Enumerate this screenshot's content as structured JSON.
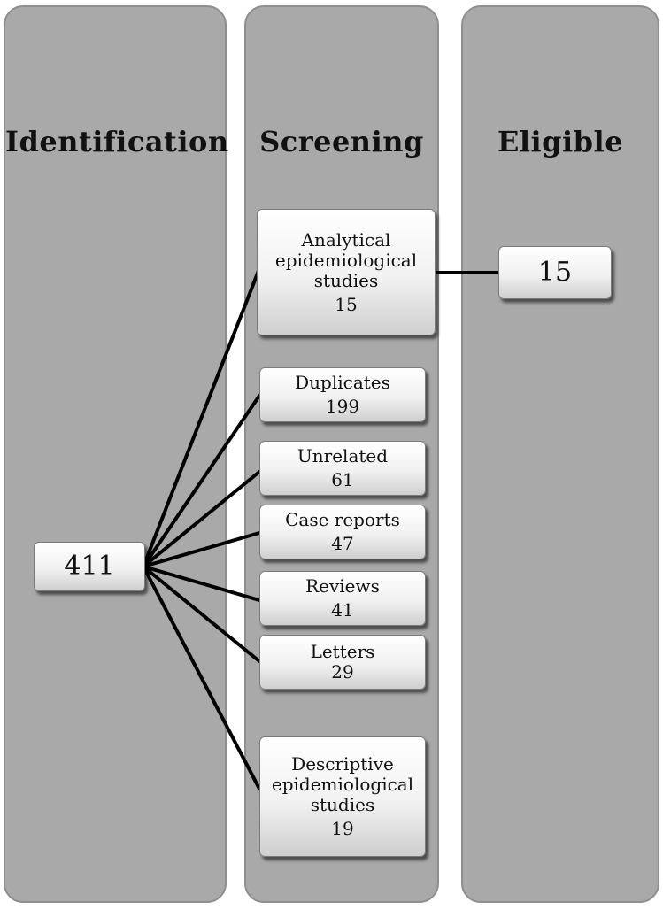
{
  "columns": {
    "identification": "Identification",
    "screening": "Screening",
    "eligible": "Eligible"
  },
  "identification_box": {
    "count": "411"
  },
  "screening_boxes": {
    "analytical": {
      "label_lines": [
        "Analytical",
        "epidemiological",
        "studies"
      ],
      "count": "15"
    },
    "duplicates": {
      "label": "Duplicates",
      "count": "199"
    },
    "unrelated": {
      "label": "Unrelated",
      "count": "61"
    },
    "case_reports": {
      "label": "Case reports",
      "count": "47"
    },
    "reviews": {
      "label": "Reviews",
      "count": "41"
    },
    "letters": {
      "label": "Letters",
      "count": "29"
    },
    "descriptive": {
      "label_lines": [
        "Descriptive",
        "epidemiological",
        "studies"
      ],
      "count": "19"
    }
  },
  "eligible_box": {
    "count": "15"
  }
}
